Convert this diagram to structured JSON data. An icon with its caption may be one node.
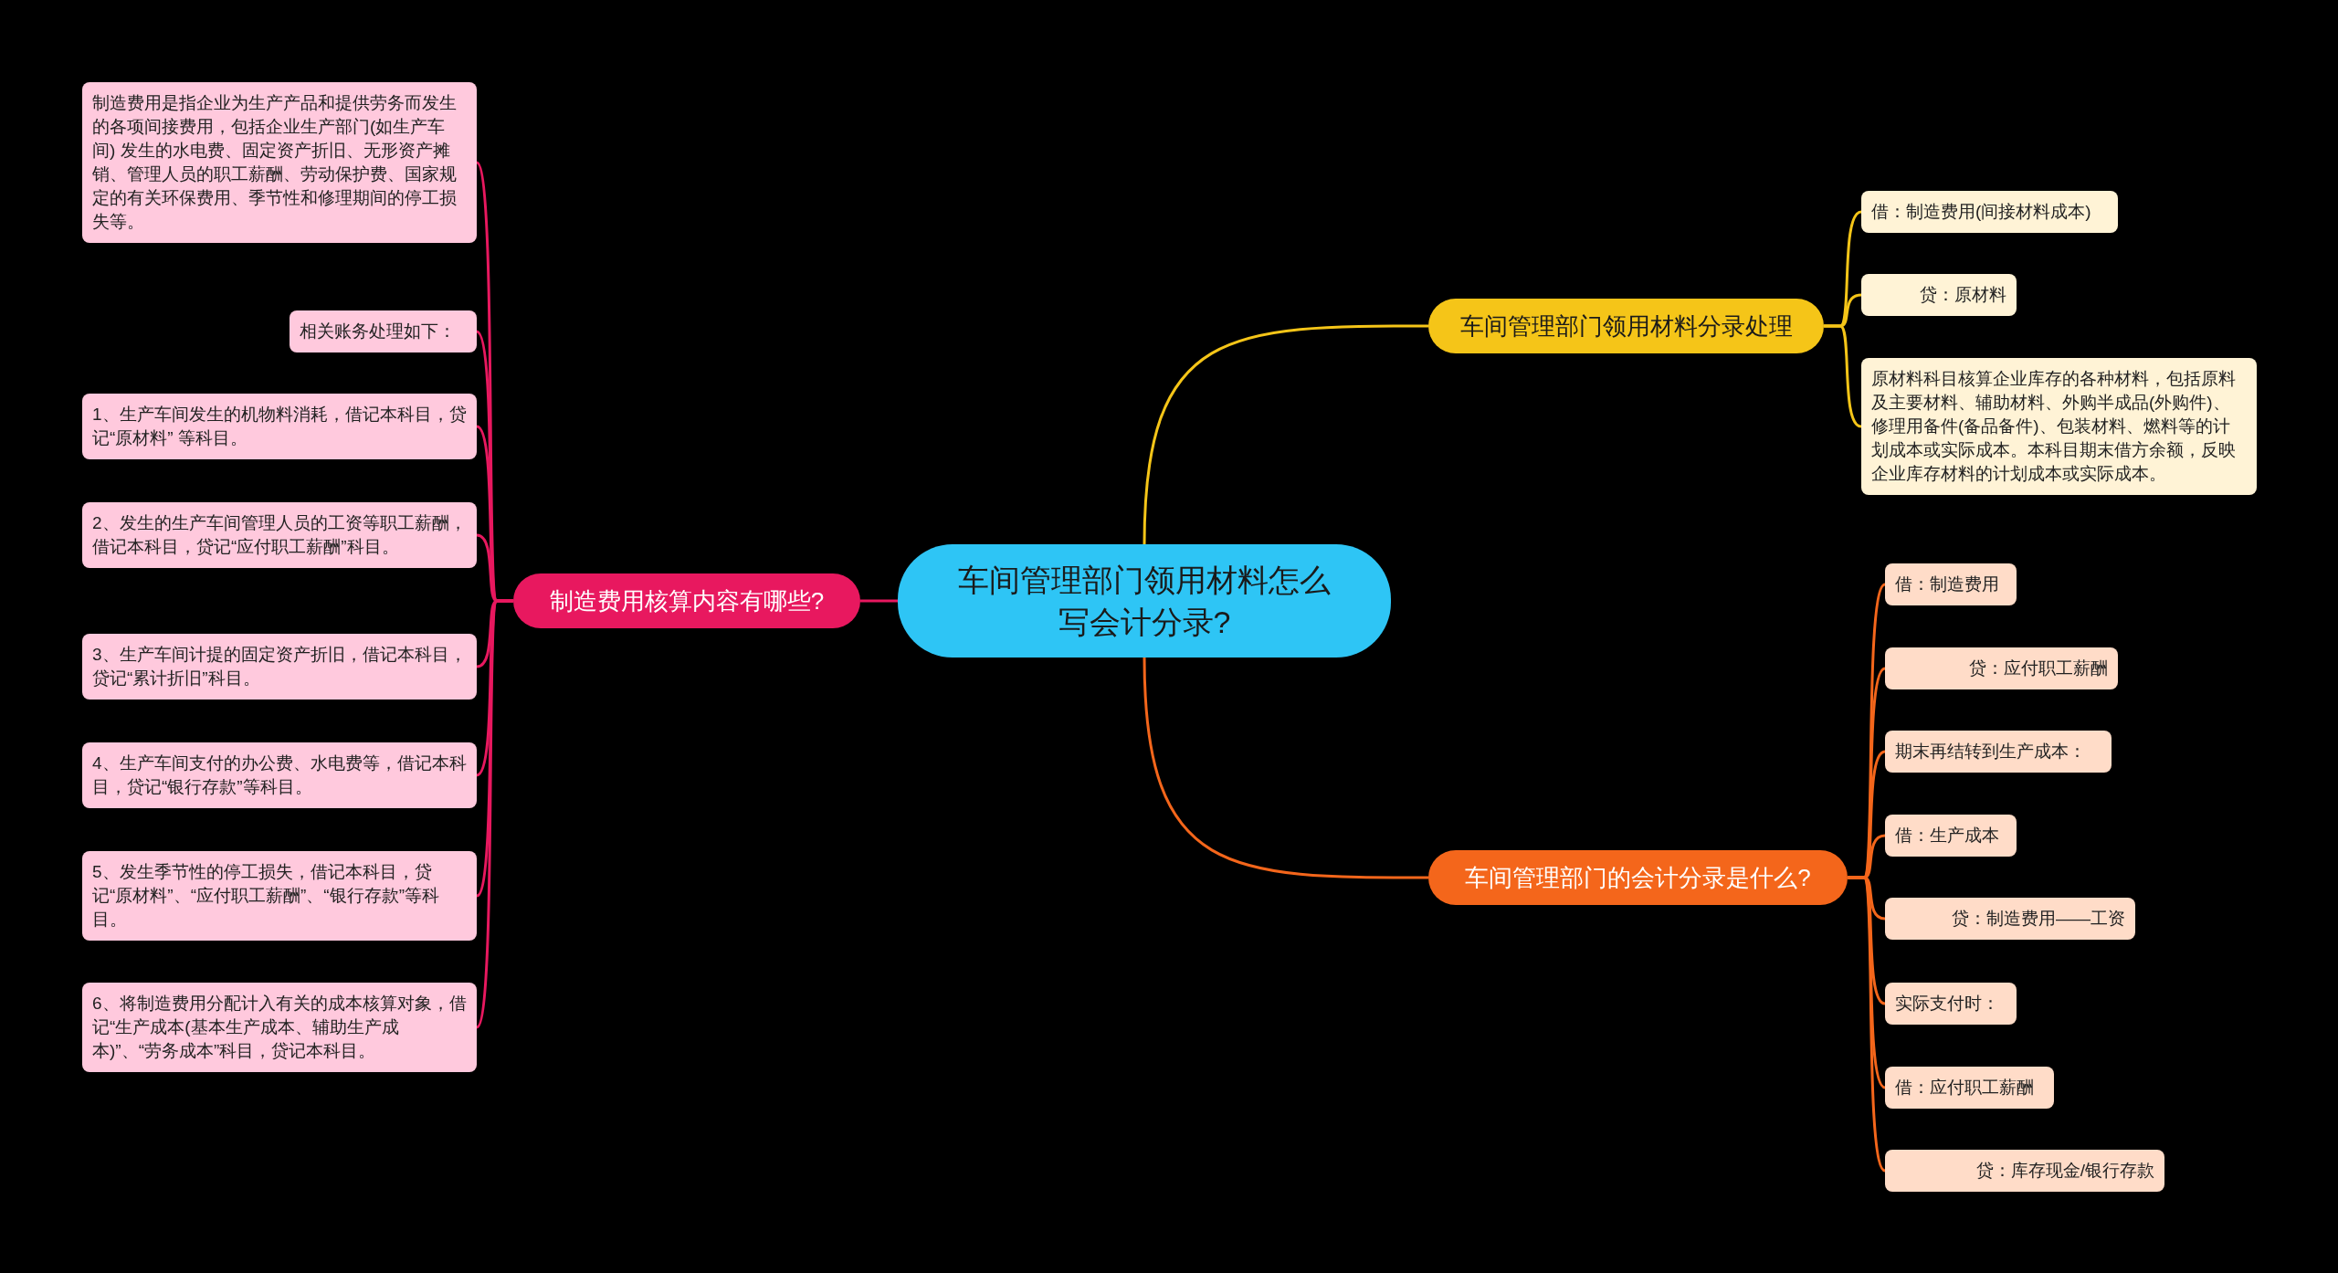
{
  "diagram": {
    "nodes": [
      {
        "text": [
          "车间管理部门领用材料怎么写会计分录?"
        ]
      },
      {
        "text": [
          "制造费用核算内容有哪些?"
        ]
      },
      {
        "text": [
          "制造费用是指企业为生产产品和提供劳务而发生的各项间接费用，包括企业生产部门(如生产车间) 发生的水电费、固定资产折旧、无形资产摊销、管理人员的职工薪酬、劳动保护费、国家规定的有关环保费用、季节性和修理期间的停工损失等。"
        ]
      },
      {
        "text": [
          "相关账务处理如下："
        ]
      },
      {
        "text": [
          "1、生产车间发生的机物料消耗，借记本科目，贷记“原材料” 等科目。"
        ]
      },
      {
        "text": [
          "2、发生的生产车间管理人员的工资等职工薪酬，借记本科目，贷记“应付职工薪酬”科目。"
        ]
      },
      {
        "text": [
          "3、生产车间计提的固定资产折旧，借记本科目，贷记“累计折旧”科目。"
        ]
      },
      {
        "text": [
          "4、生产车间支付的办公费、水电费等，借记本科目，贷记“银行存款”等科目。"
        ]
      },
      {
        "text": [
          "5、发生季节性的停工损失，借记本科目，贷记“原材料”、“应付职工薪酬”、“银行存款”等科目。"
        ]
      },
      {
        "text": [
          "6、将制造费用分配计入有关的成本核算对象，借记“生产成本(基本生产成本、辅助生产成本)”、“劳务成本”科目，贷记本科目。"
        ]
      },
      {
        "text": [
          "车间管理部门领用材料分录处理"
        ]
      },
      {
        "text": [
          "借：制造费用(间接材料成本)"
        ]
      },
      {
        "text": [
          "贷：原材料"
        ]
      },
      {
        "text": [
          "原材料科目核算企业库存的各种材料，包括原料及主要材料、辅助材料、外购半成品(外购件)、修理用备件(备品备件)、包装材料、燃料等的计划成本或实际成本。本科目期末借方余额，反映企业库存材料的计划成本或实际成本。"
        ]
      },
      {
        "text": [
          "车间管理部门的会计分录是什么?"
        ]
      },
      {
        "text": [
          "借：制造费用"
        ]
      },
      {
        "text": [
          "贷：应付职工薪酬"
        ]
      },
      {
        "text": [
          "期末再结转到生产成本："
        ]
      },
      {
        "text": [
          "借：生产成本"
        ]
      },
      {
        "text": [
          "贷：制造费用——工资"
        ]
      },
      {
        "text": [
          "实际支付时："
        ]
      },
      {
        "text": [
          "借：应付职工薪酬"
        ]
      },
      {
        "text": [
          "贷：库存现金/银行存款"
        ]
      }
    ],
    "edges": [
      {
        "from": 0,
        "to": 1,
        "arrow": "none",
        "color": "#e8185f"
      },
      {
        "from": 0,
        "to": 10,
        "arrow": "none",
        "color": "#f5c518"
      },
      {
        "from": 0,
        "to": 14,
        "arrow": "none",
        "color": "#f4661b"
      },
      {
        "from": 1,
        "to": 2,
        "arrow": "none",
        "color": "#e8185f"
      },
      {
        "from": 1,
        "to": 3,
        "arrow": "none",
        "color": "#e8185f"
      },
      {
        "from": 1,
        "to": 4,
        "arrow": "none",
        "color": "#e8185f"
      },
      {
        "from": 1,
        "to": 5,
        "arrow": "none",
        "color": "#e8185f"
      },
      {
        "from": 1,
        "to": 6,
        "arrow": "none",
        "color": "#e8185f"
      },
      {
        "from": 1,
        "to": 7,
        "arrow": "none",
        "color": "#e8185f"
      },
      {
        "from": 1,
        "to": 8,
        "arrow": "none",
        "color": "#e8185f"
      },
      {
        "from": 1,
        "to": 9,
        "arrow": "none",
        "color": "#e8185f"
      },
      {
        "from": 10,
        "to": 11,
        "arrow": "none",
        "color": "#f5c518"
      },
      {
        "from": 10,
        "to": 12,
        "arrow": "none",
        "color": "#f5c518"
      },
      {
        "from": 10,
        "to": 13,
        "arrow": "none",
        "color": "#f5c518"
      },
      {
        "from": 14,
        "to": 15,
        "arrow": "none",
        "color": "#f4661b"
      },
      {
        "from": 14,
        "to": 16,
        "arrow": "none",
        "color": "#f4661b"
      },
      {
        "from": 14,
        "to": 17,
        "arrow": "none",
        "color": "#f4661b"
      },
      {
        "from": 14,
        "to": 18,
        "arrow": "none",
        "color": "#f4661b"
      },
      {
        "from": 14,
        "to": 19,
        "arrow": "none",
        "color": "#f4661b"
      },
      {
        "from": 14,
        "to": 20,
        "arrow": "none",
        "color": "#f4661b"
      },
      {
        "from": 14,
        "to": 21,
        "arrow": "none",
        "color": "#f4661b"
      },
      {
        "from": 14,
        "to": 22,
        "arrow": "none",
        "color": "#f4661b"
      }
    ]
  }
}
